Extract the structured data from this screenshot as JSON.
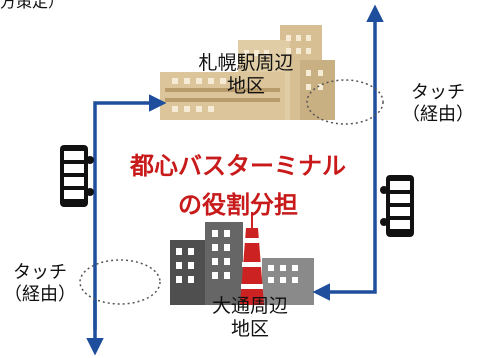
{
  "top_fragment": "方策定）",
  "labels": {
    "sapporo_station_line1": "札幌駅周辺",
    "sapporo_station_line2": "地区",
    "odori_line1": "大通周辺",
    "odori_line2": "地区",
    "touch_right_line1": "タッチ",
    "touch_right_line2": "（経由）",
    "touch_left_line1": "タッチ",
    "touch_left_line2": "（経由）"
  },
  "title": {
    "line1": "都心バスターミナル",
    "line2": "の役割分担"
  },
  "colors": {
    "arrow": "#1f4e9c",
    "title": "#c81a1a",
    "bus": "#111111",
    "building_beige": "#d9c39a",
    "building_dark": "#555555",
    "tower": "#cc2222"
  }
}
